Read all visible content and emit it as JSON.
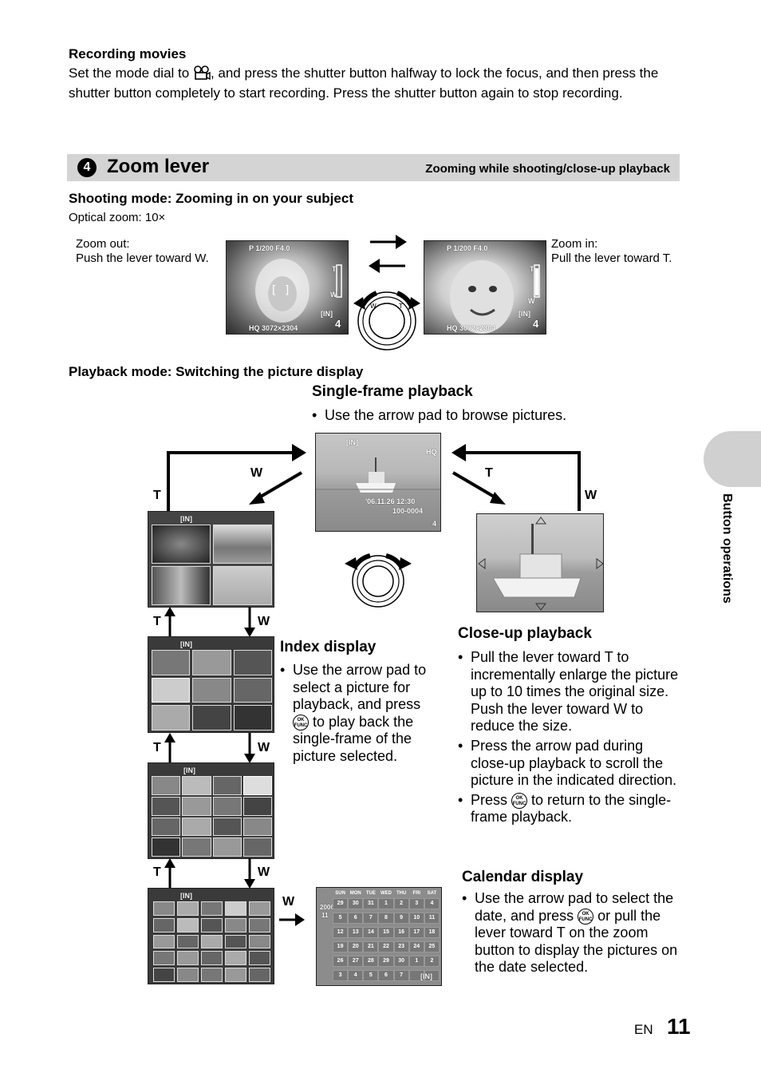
{
  "recording": {
    "title": "Recording movies",
    "text_a": "Set the mode dial to",
    "text_b": ", and press the shutter button halfway to lock the focus, and then press the",
    "text_c": "shutter button completely to start recording. Press the shutter button again to stop recording."
  },
  "section": {
    "number": "4",
    "title": "Zoom lever",
    "subtitle": "Zooming while shooting/close-up playback",
    "band_color": "#d4d4d4"
  },
  "shooting": {
    "title": "Shooting mode: Zooming in on your subject",
    "optical": "Optical zoom: 10×",
    "zoom_out_title": "Zoom out:",
    "zoom_out_text": "Push the lever toward W.",
    "zoom_in_title": "Zoom in:",
    "zoom_in_text": "Pull the lever toward T.",
    "osd_left_top": "P  1/200   F4.0",
    "osd_right_top": "P  1/200   F4.0",
    "osd_bottom": "HQ 3072×2304",
    "osd_in": "[IN]",
    "osd_count": "4",
    "lever_w": "W",
    "lever_t": "T",
    "bar_t": "T",
    "bar_w": "W"
  },
  "playback": {
    "title": "Playback mode: Switching the picture display",
    "single_title": "Single-frame playback",
    "single_bullet": "Use the arrow pad to browse pictures.",
    "single_osd_in": "[IN]",
    "single_osd_hq": "HQ",
    "single_osd_date": "'06.11.26  12:30",
    "single_osd_file": "100-0004",
    "single_osd_count": "4",
    "label_w_top": "W",
    "label_t_top": "T",
    "label_t_left": "T",
    "label_w_right": "W",
    "index_title": "Index display",
    "index_bullet_a": "Use the arrow pad to select a picture for playback, and press",
    "index_bullet_b": "to play back the single-frame of the picture selected.",
    "closeup_title": "Close-up playback",
    "closeup_b1": "Pull the lever toward T to incrementally enlarge the picture up to 10 times the original size. Push the lever toward W to reduce the size.",
    "closeup_b2": "Press the arrow pad during close-up playback to scroll the picture in the indicated direction.",
    "closeup_b3_a": "Press",
    "closeup_b3_b": "to return to the single-frame playback.",
    "calendar_title": "Calendar display",
    "calendar_bullet_a": "Use the arrow pad to select the date, and press",
    "calendar_bullet_b": "or pull the lever toward T on the zoom button to display the pictures on the date selected.",
    "step_labels": [
      {
        "t": "T",
        "w": "W"
      },
      {
        "t": "T",
        "w": "W"
      },
      {
        "t": "T",
        "w": "W"
      }
    ],
    "calendar_w": "W",
    "index_in": "[IN]",
    "cal_year": "2006",
    "cal_month": "11",
    "cal_days": [
      "SUN",
      "MON",
      "TUE",
      "WED",
      "THU",
      "FRI",
      "SAT"
    ],
    "cal_rows": [
      [
        "29",
        "30",
        "31",
        "1",
        "2",
        "3",
        "4"
      ],
      [
        "5",
        "6",
        "7",
        "8",
        "9",
        "10",
        "11"
      ],
      [
        "12",
        "13",
        "14",
        "15",
        "16",
        "17",
        "18"
      ],
      [
        "19",
        "20",
        "21",
        "22",
        "23",
        "24",
        "25"
      ],
      [
        "26",
        "27",
        "28",
        "29",
        "30",
        "1",
        "2"
      ],
      [
        "3",
        "4",
        "5",
        "6",
        "7",
        "",
        ""
      ]
    ],
    "cal_in": "[IN]"
  },
  "okfunc": {
    "ok": "OK",
    "func": "FUNC"
  },
  "side_tab": {
    "text": "Button operations",
    "color": "#d0d0d0"
  },
  "footer": {
    "lang": "EN",
    "page": "11"
  }
}
